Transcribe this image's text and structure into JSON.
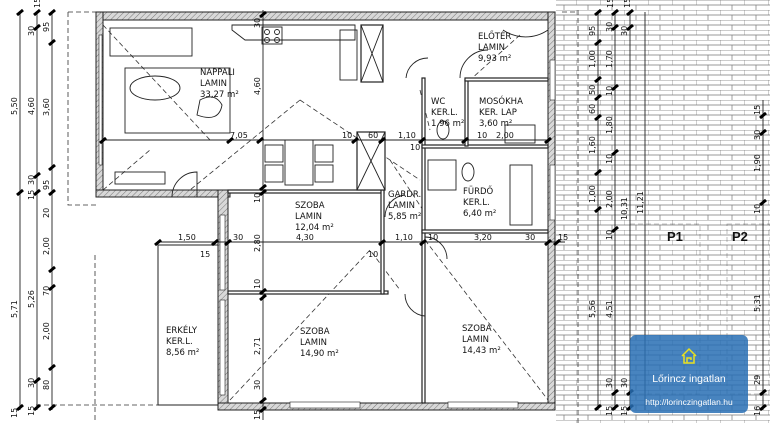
{
  "rooms": {
    "nappali": {
      "name": "NAPPALI",
      "floor": "LAMIN",
      "area": "33,27 m²"
    },
    "eloter": {
      "name": "ELŐTÉR",
      "floor": "LAMIN",
      "area": "9,93 m²"
    },
    "wc": {
      "name": "WC",
      "floor": "KER.L.",
      "area": "1,96 m²"
    },
    "mosokha": {
      "name": "MOSÓKHA",
      "floor": "KER. LAP",
      "area": "3,60 m²"
    },
    "furdo": {
      "name": "FÜRDŐ",
      "floor": "KER.L.",
      "area": "6,40 m²"
    },
    "gardr": {
      "name": "GARDR.",
      "floor": "LAMIN",
      "area": "5,85 m²"
    },
    "szoba1": {
      "name": "SZOBA",
      "floor": "LAMIN",
      "area": "12,04 m²"
    },
    "szoba2": {
      "name": "SZOBA",
      "floor": "LAMIN",
      "area": "14,90 m²"
    },
    "szoba3": {
      "name": "SZOBA",
      "floor": "LAMIN",
      "area": "14,43 m²"
    },
    "erkely": {
      "name": "ERKÉLY",
      "floor": "KER.L.",
      "area": "8,56 m²"
    }
  },
  "dims": {
    "row1": [
      "7,05",
      "10",
      "60",
      "1,10",
      "10",
      "10",
      "2,00"
    ],
    "row2": [
      "1,50",
      "15",
      "30",
      "4,30",
      "1,10",
      "10",
      "10",
      "3,20",
      "30",
      "15"
    ],
    "center_v": [
      "30",
      "4,60",
      "10",
      "2,80",
      "10",
      "2,71",
      "30",
      "15"
    ],
    "left_a": [
      "5,50",
      "5,71",
      "15"
    ],
    "left_b": [
      "15",
      "30",
      "4,60",
      "30",
      "15",
      "5,26",
      "30",
      "15"
    ],
    "left_c": [
      "95",
      "3,60",
      "95",
      "20",
      "2,00",
      "70",
      "2,00",
      "80"
    ],
    "right_a": [
      "95",
      "1,00",
      "50",
      "60",
      "1,60",
      "1,00",
      "5,56"
    ],
    "right_b": [
      "15",
      "30",
      "1,70",
      "10",
      "1,80",
      "10",
      "2,00",
      "10",
      "4,51",
      "30",
      "15"
    ],
    "right_c": [
      "15",
      "30",
      "10,31",
      "30",
      "15"
    ],
    "right_d": [
      "11,21"
    ],
    "far_right": [
      "15",
      "30",
      "1,90",
      "10",
      "5,31",
      "29",
      "16"
    ]
  },
  "parking": [
    "P1",
    "P2"
  ],
  "logo": {
    "name": "Lőrincz ingatlan",
    "url": "http://lorinczingatlan.hu",
    "color": "#2a6eb4",
    "icon": "house-icon"
  }
}
